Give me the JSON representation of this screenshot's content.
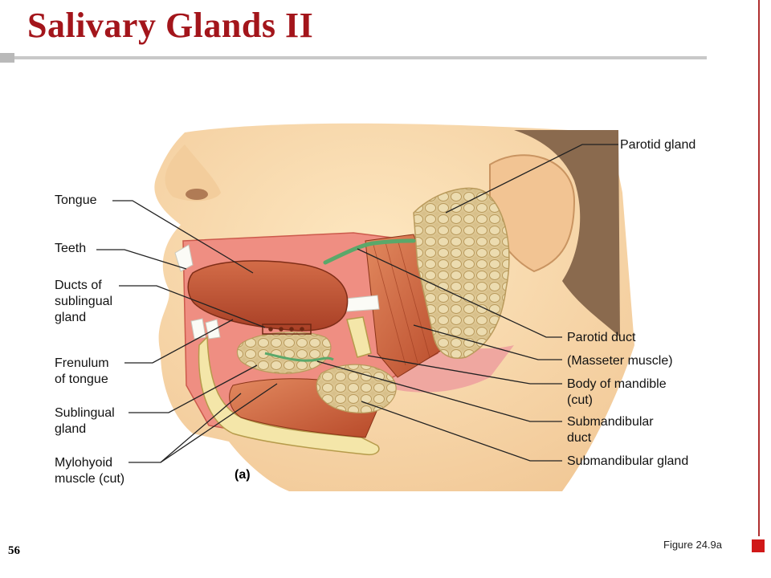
{
  "slide": {
    "title": "Salivary Glands II",
    "number": "56",
    "figure_ref": "Figure 24.9a",
    "accent_color": "#a3151b"
  },
  "diagram": {
    "panel_label": "(a)",
    "labels_left": [
      {
        "id": "tongue",
        "text": "Tongue"
      },
      {
        "id": "teeth",
        "text": "Teeth"
      },
      {
        "id": "ducts-sublingual",
        "text": "Ducts of\nsublingual\ngland"
      },
      {
        "id": "frenulum",
        "text": "Frenulum\nof tongue"
      },
      {
        "id": "sublingual-gland",
        "text": "Sublingual\ngland"
      },
      {
        "id": "mylohyoid",
        "text": "Mylohyoid\nmuscle (cut)"
      }
    ],
    "labels_right": [
      {
        "id": "parotid-gland",
        "text": "Parotid gland"
      },
      {
        "id": "parotid-duct",
        "text": "Parotid duct"
      },
      {
        "id": "masseter",
        "text": "(Masseter muscle)"
      },
      {
        "id": "mandible",
        "text": "Body of mandible\n(cut)"
      },
      {
        "id": "submandibular-duct",
        "text": "Submandibular\nduct"
      },
      {
        "id": "submandibular-gland",
        "text": "Submandibular gland"
      }
    ]
  }
}
